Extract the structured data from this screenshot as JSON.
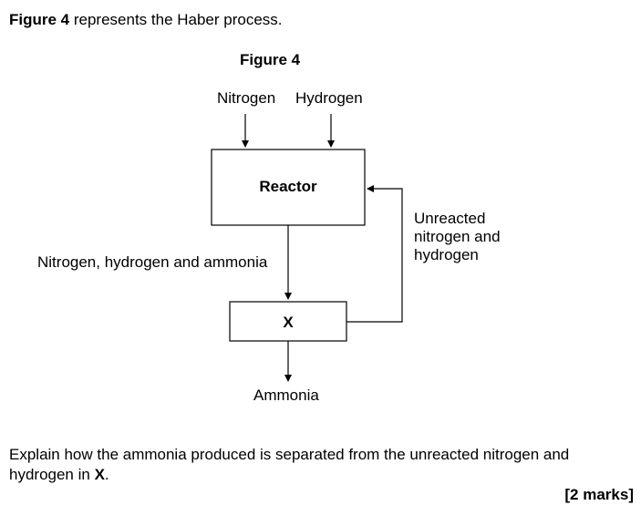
{
  "intro": {
    "figure_ref": "Figure 4",
    "text": " represents the Haber process."
  },
  "figure": {
    "title": "Figure 4",
    "inputs": {
      "nitrogen": "Nitrogen",
      "hydrogen": "Hydrogen"
    },
    "reactor": "Reactor",
    "mixture_label": "Nitrogen, hydrogen and ammonia",
    "recycle_label": [
      "Unreacted",
      "nitrogen and",
      "hydrogen"
    ],
    "separator": "X",
    "output": "Ammonia"
  },
  "question": {
    "text": "Explain how the ammonia produced is separated from the unreacted nitrogen and hydrogen in ",
    "bold_ref": "X",
    "end": ".",
    "marks": "[2 marks]"
  }
}
